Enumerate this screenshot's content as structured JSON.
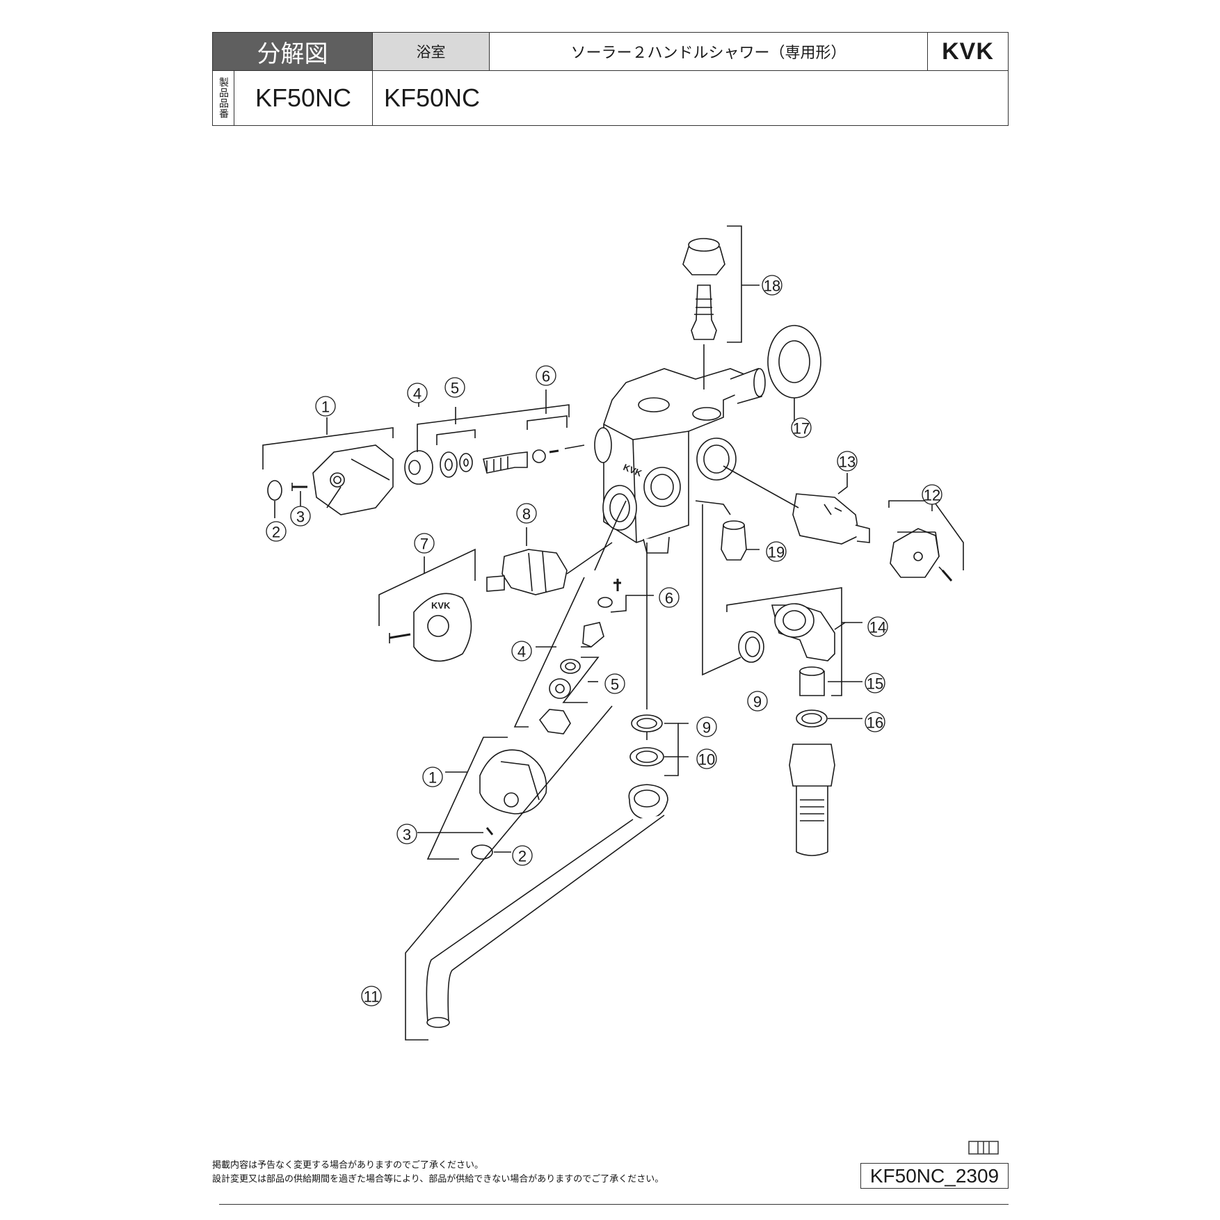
{
  "header": {
    "doc_type": "分解図",
    "category": "浴室",
    "product_name": "ソーラー２ハンドルシャワー（専用形）",
    "brand": "KVK",
    "model_label": "製品品番",
    "model_primary": "KF50NC",
    "model_secondary": "KF50NC"
  },
  "diagram": {
    "body_marking": "KVK",
    "knob_marking": "KVK",
    "labels": {
      "p1a": "1",
      "p2a": "2",
      "p3a": "3",
      "p4a": "4",
      "p5a": "5",
      "p6a": "6",
      "p7": "7",
      "p8": "8",
      "p6b": "6",
      "p4b": "4",
      "p5b": "5",
      "p1b": "1",
      "p3b": "3",
      "p2b": "2",
      "p9a": "9",
      "p9b": "9",
      "p10": "10",
      "p11": "11",
      "p12": "12",
      "p13": "13",
      "p14": "14",
      "p15": "15",
      "p16": "16",
      "p17": "17",
      "p18": "18",
      "p19": "19"
    }
  },
  "footer": {
    "note_line1": "掲載内容は予告なく変更する場合がありますのでご了承ください。",
    "note_line2": "設計変更又は部品の供給期間を過ぎた場合等により、部品が供給できない場合がありますのでご了承ください。",
    "doc_id": "KF50NC_2309"
  }
}
